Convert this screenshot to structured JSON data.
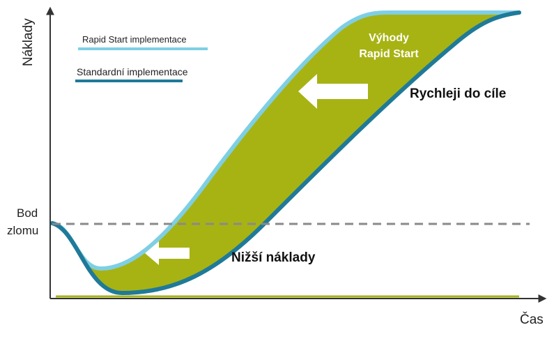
{
  "axes": {
    "y_label": "Náklady",
    "x_label": "Čas",
    "breakeven_label_line1": "Bod",
    "breakeven_label_line2": "zlomu"
  },
  "legend": {
    "rapid_start": "Rapid Start implementace",
    "standard": "Standardní implementace"
  },
  "annotations": {
    "benefits_line1": "Výhody",
    "benefits_line2": "Rapid Start",
    "faster": "Rychleji do cíle",
    "lower_cost": "Nižší náklady"
  },
  "colors": {
    "rapid_start_line": "#7ecfe4",
    "standard_line": "#1f7a99",
    "benefit_fill": "#a7b313",
    "baseline": "#a7b313",
    "breakeven_line": "#8a8a8a",
    "axis": "#333333",
    "benefits_text": "#ffffff",
    "annotation_text": "#111111"
  },
  "icons": {
    "large_arrow": "arrow-left-icon",
    "small_arrow": "arrow-left-icon"
  }
}
